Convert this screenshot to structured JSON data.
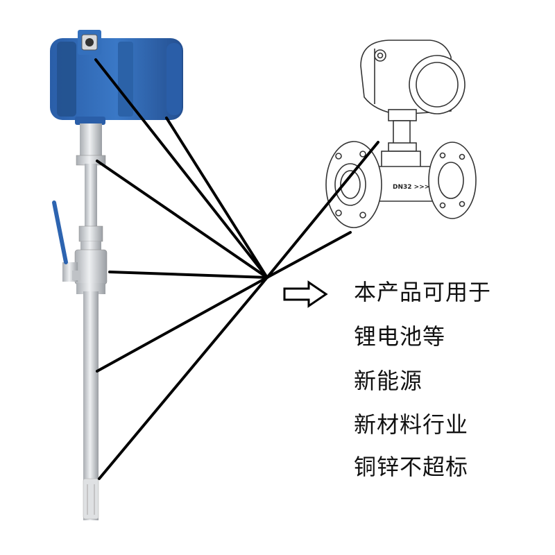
{
  "flowmeter_label": "DN32 >>>",
  "caption": {
    "lines": [
      "本产品可用于",
      "锂电池等",
      "新能源",
      "新材料行业",
      "铜锌不超标"
    ]
  },
  "colors": {
    "housing_blue": "#2f66b3",
    "housing_dark": "#1f4c8c",
    "steel": "#c9ccd0",
    "steel_dark": "#9a9ea3",
    "line": "#000000"
  },
  "icons": [
    "right-hollow-arrow-icon"
  ]
}
